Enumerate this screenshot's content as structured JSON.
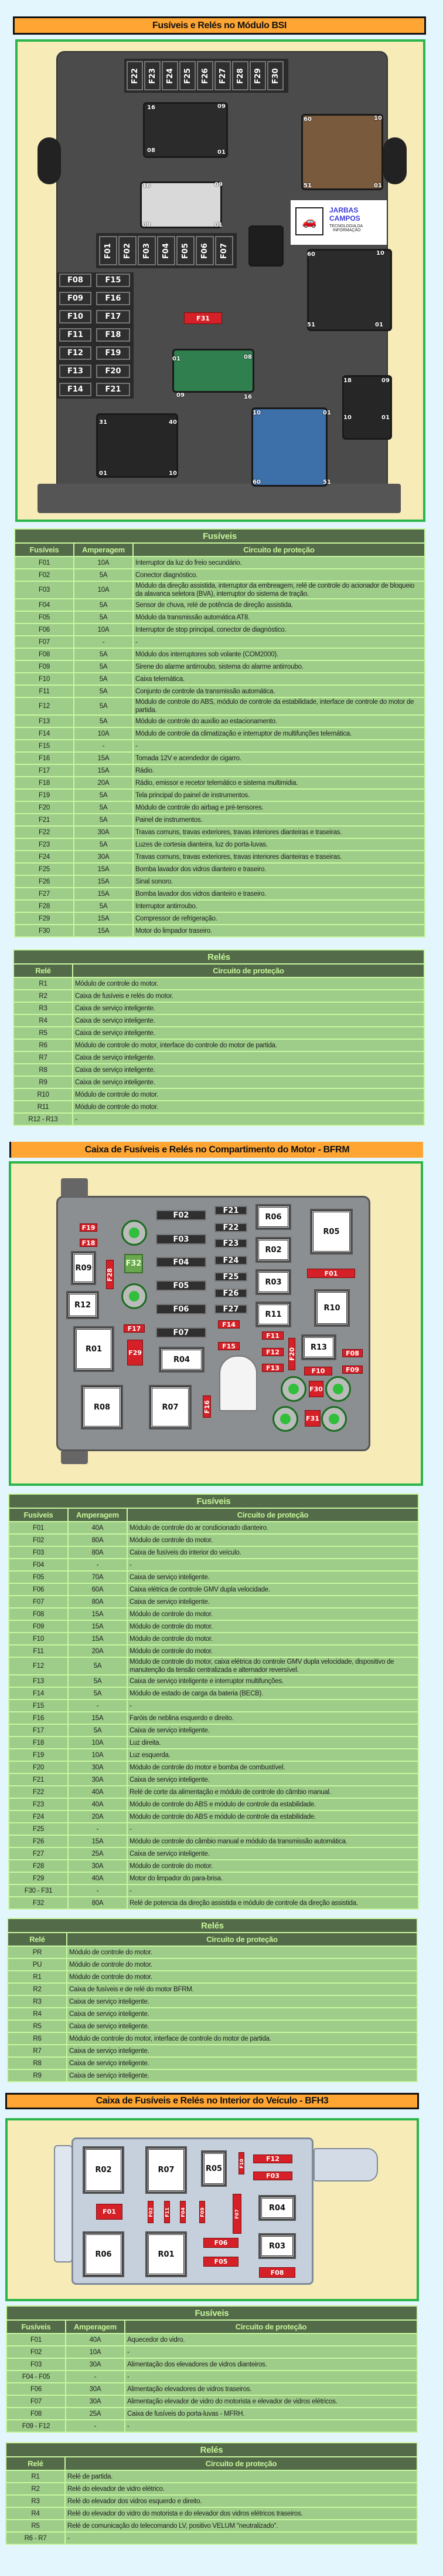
{
  "colors": {
    "page_bg": "#E3F6FD",
    "title_bg": "#FFA533",
    "frame": "#2BB54B",
    "frame_bg": "#F7EBB8",
    "table_head": "#536B48",
    "table_head_text": "#C6F59A",
    "table_row": "#9DCD88",
    "fuse_red": "#D42026"
  },
  "bsi": {
    "title": "Fusíveis e Relés no Módulo BSI",
    "diagram": {
      "labels": [
        "F22",
        "F23",
        "F24",
        "F25",
        "F26",
        "F27",
        "F28",
        "F29",
        "F30",
        "F01",
        "F02",
        "F03",
        "F04",
        "F05",
        "F06",
        "F07",
        "F08",
        "F09",
        "F10",
        "F11",
        "F12",
        "F13",
        "F14",
        "F15",
        "F16",
        "F17",
        "F18",
        "F19",
        "F20",
        "F21",
        "F31"
      ],
      "pins": [
        "16",
        "09",
        "08",
        "01",
        "60",
        "10",
        "51",
        "01",
        "16",
        "09",
        "08",
        "01",
        "60",
        "10",
        "51",
        "01",
        "01",
        "08",
        "09",
        "16",
        "31",
        "40",
        "01",
        "10",
        "10",
        "01",
        "60",
        "51",
        "18",
        "09",
        "10",
        "01"
      ],
      "logo": {
        "name": "JARBAS CAMPOS",
        "line1": "TECNOLOGIA DA",
        "line2": "INFORMAÇÃO"
      }
    },
    "fuses": {
      "caption": "Fusíveis",
      "headers": [
        "Fusíveis",
        "Amperagem",
        "Circuito de proteção"
      ],
      "rows": [
        [
          "F01",
          "10A",
          "Interruptor da luz do freio secundário."
        ],
        [
          "F02",
          "5A",
          "Conector diagnóstico."
        ],
        [
          "F03",
          "10A",
          "Módulo da direção assistida, interruptor da embreagem, relé de controle do acionador de bloqueio da alavanca seletora (BVA), interruptor do sistema de tração."
        ],
        [
          "F04",
          "5A",
          "Sensor de chuva, relé de potência de direção assistida."
        ],
        [
          "F05",
          "5A",
          "Módulo da transmissão automática AT8."
        ],
        [
          "F06",
          "10A",
          "Interruptor de stop principal, conector de diagnóstico."
        ],
        [
          "F07",
          "-",
          "-"
        ],
        [
          "F08",
          "5A",
          "Módulo dos interruptores sob volante (COM2000)."
        ],
        [
          "F09",
          "5A",
          "Sirene do alarme antirroubo, sistema do alarme antirroubo."
        ],
        [
          "F10",
          "5A",
          "Caixa telemática."
        ],
        [
          "F11",
          "5A",
          "Conjunto de controle da transmissão automática."
        ],
        [
          "F12",
          "5A",
          "Módulo de controle do ABS, módulo de controle da estabilidade, interface de controle do motor de partida."
        ],
        [
          "F13",
          "5A",
          "Módulo de controle do auxílio ao estacionamento."
        ],
        [
          "F14",
          "10A",
          "Módulo de controle da climatização e interruptor de multifunções telemática."
        ],
        [
          "F15",
          "-",
          "-"
        ],
        [
          "F16",
          "15A",
          "Tomada 12V e acendedor de cigarro."
        ],
        [
          "F17",
          "15A",
          "Rádio."
        ],
        [
          "F18",
          "20A",
          "Rádio, emissor e recetor telemático e sistema multimidia."
        ],
        [
          "F19",
          "5A",
          "Tela principal do painel de instrumentos."
        ],
        [
          "F20",
          "5A",
          "Módulo de controle do airbag e pré-tensores."
        ],
        [
          "F21",
          "5A",
          "Painel de instrumentos."
        ],
        [
          "F22",
          "30A",
          "Travas comuns, travas exteriores, travas interiores dianteiras e traseiras."
        ],
        [
          "F23",
          "5A",
          "Luzes de cortesia dianteira, luz do porta-luvas."
        ],
        [
          "F24",
          "30A",
          "Travas comuns, travas exteriores, travas interiores dianteiras e traseiras."
        ],
        [
          "F25",
          "15A",
          "Bomba lavador dos vidros dianteiro e traseiro."
        ],
        [
          "F26",
          "15A",
          "Sinal sonoro."
        ],
        [
          "F27",
          "15A",
          "Bomba lavador dos vidros dianteiro e traseiro."
        ],
        [
          "F28",
          "5A",
          "Interruptor antirroubo."
        ],
        [
          "F29",
          "15A",
          "Compressor de refrigeração."
        ],
        [
          "F30",
          "15A",
          "Motor do limpador traseiro."
        ]
      ]
    },
    "relays": {
      "caption": "Relés",
      "headers": [
        "Relé",
        "Circuito de proteção"
      ],
      "rows": [
        [
          "R1",
          "Módulo de controle do motor."
        ],
        [
          "R2",
          "Caixa de fusíveis e relés do motor."
        ],
        [
          "R3",
          "Caixa de serviço inteligente."
        ],
        [
          "R4",
          "Caixa de serviço inteligente."
        ],
        [
          "R5",
          "Caixa de serviço inteligente."
        ],
        [
          "R6",
          "Módulo de controle do motor, interface do controle do motor de partida."
        ],
        [
          "R7",
          "Caixa de serviço inteligente."
        ],
        [
          "R8",
          "Caixa de serviço inteligente."
        ],
        [
          "R9",
          "Caixa de serviço inteligente."
        ],
        [
          "R10",
          "Módulo de controle do motor."
        ],
        [
          "R11",
          "Módulo de controle do motor."
        ],
        [
          "R12 - R13",
          "-"
        ]
      ]
    }
  },
  "bfrm": {
    "title": "Caixa de Fusíveis e Relés no Compartimento do Motor - BFRM",
    "diagram": {
      "labels": [
        "F19",
        "F18",
        "R09",
        "F28",
        "F32",
        "F02",
        "F03",
        "F04",
        "F05",
        "F06",
        "F07",
        "F21",
        "F22",
        "F23",
        "F24",
        "F25",
        "F26",
        "F27",
        "R06",
        "R02",
        "R03",
        "R11",
        "R05",
        "F01",
        "R10",
        "R12",
        "F17",
        "F29",
        "R01",
        "R04",
        "F14",
        "F15",
        "F11",
        "F12",
        "F13",
        "F20",
        "R13",
        "F08",
        "F09",
        "F10",
        "R08",
        "R07",
        "F16",
        "F30",
        "F31"
      ]
    },
    "fuses": {
      "caption": "Fusíveis",
      "headers": [
        "Fusíveis",
        "Amperagem",
        "Circuito de proteção"
      ],
      "rows": [
        [
          "F01",
          "40A",
          "Módulo de controle do ar condicionado dianteiro."
        ],
        [
          "F02",
          "80A",
          "Módulo de controle do motor."
        ],
        [
          "F03",
          "80A",
          "Caixa de fusíveis do interior do veículo."
        ],
        [
          "F04",
          "-",
          "-"
        ],
        [
          "F05",
          "70A",
          "Caixa de serviço inteligente."
        ],
        [
          "F06",
          "60A",
          "Caixa elétrica de controle GMV dupla velocidade."
        ],
        [
          "F07",
          "80A",
          "Caixa de serviço inteligente."
        ],
        [
          "F08",
          "15A",
          "Módulo de controle do motor."
        ],
        [
          "F09",
          "15A",
          "Módulo de controle do motor."
        ],
        [
          "F10",
          "15A",
          "Módulo de controle do motor."
        ],
        [
          "F11",
          "20A",
          "Módulo de controle do motor."
        ],
        [
          "F12",
          "5A",
          "Módulo de controle do motor, caixa elétrica do controle GMV dupla velocidade, dispositivo de manutenção da tensão centralizada e alternador reversível."
        ],
        [
          "F13",
          "5A",
          "Caixa de serviço inteligente e interruptor multifunções."
        ],
        [
          "F14",
          "5A",
          "Módulo de estado de carga da bateria (BECB)."
        ],
        [
          "F15",
          "-",
          "-"
        ],
        [
          "F16",
          "15A",
          "Faróis de neblina esquerdo e direito."
        ],
        [
          "F17",
          "5A",
          "Caixa de serviço inteligente."
        ],
        [
          "F18",
          "10A",
          "Luz direita."
        ],
        [
          "F19",
          "10A",
          "Luz esquerda."
        ],
        [
          "F20",
          "30A",
          "Módulo de controle do motor e bomba de combustível."
        ],
        [
          "F21",
          "30A",
          "Caixa de serviço inteligente."
        ],
        [
          "F22",
          "40A",
          "Relé de corte da alimentação e módulo de controle do câmbio manual."
        ],
        [
          "F23",
          "40A",
          "Módulo de controle do ABS e módulo de controle da estabilidade."
        ],
        [
          "F24",
          "20A",
          "Módulo de controle do ABS e módulo de controle da estabilidade."
        ],
        [
          "F25",
          "-",
          "-"
        ],
        [
          "F26",
          "15A",
          "Módulo de controle do câmbio manual e módulo da transmissão automática."
        ],
        [
          "F27",
          "25A",
          "Caixa de serviço inteligente."
        ],
        [
          "F28",
          "30A",
          "Módulo de controle do motor."
        ],
        [
          "F29",
          "40A",
          "Motor do limpador do para-brisa."
        ],
        [
          "F30 - F31",
          "-",
          "-"
        ],
        [
          "F32",
          "80A",
          "Relé de potencia da direção assistida e módulo de controle da direção assistida."
        ]
      ]
    },
    "relays": {
      "caption": "Relés",
      "headers": [
        "Relé",
        "Circuito de proteção"
      ],
      "rows": [
        [
          "PR",
          "Módulo de controle do motor."
        ],
        [
          "PU",
          "Módulo de controle do motor."
        ],
        [
          "R1",
          "Módulo de controle do motor."
        ],
        [
          "R2",
          "Caixa de fusíveis e de relé do motor BFRM."
        ],
        [
          "R3",
          "Caixa de serviço inteligente."
        ],
        [
          "R4",
          "Caixa de serviço inteligente."
        ],
        [
          "R5",
          "Caixa de serviço inteligente."
        ],
        [
          "R6",
          "Módulo de controle do motor, interface de controle do motor de partida."
        ],
        [
          "R7",
          "Caixa de serviço inteligente."
        ],
        [
          "R8",
          "Caixa de serviço inteligente."
        ],
        [
          "R9",
          "Caixa de serviço inteligente."
        ]
      ]
    }
  },
  "bfh3": {
    "title": "Caixa de Fusíveis e Relés no Interior do Veículo - BFH3",
    "diagram": {
      "labels": [
        "R02",
        "R07",
        "R05",
        "F10",
        "F12",
        "F03",
        "F01",
        "F02",
        "F11",
        "F04",
        "F09",
        "F07",
        "R04",
        "R03",
        "R06",
        "R01",
        "F06",
        "F05",
        "F08"
      ]
    },
    "fuses": {
      "caption": "Fusíveis",
      "headers": [
        "Fusíveis",
        "Amperagem",
        "Circuito de proteção"
      ],
      "rows": [
        [
          "F01",
          "40A",
          "Aquecedor do vidro."
        ],
        [
          "F02",
          "10A",
          "-"
        ],
        [
          "F03",
          "30A",
          "Alimentação dos elevadores de vidros dianteiros."
        ],
        [
          "F04 - F05",
          "-",
          "-"
        ],
        [
          "F06",
          "30A",
          "Alimentação elevadores de vidros traseiros."
        ],
        [
          "F07",
          "30A",
          "Alimentação elevador de vidro do motorista e elevador de vidros elétricos."
        ],
        [
          "F08",
          "25A",
          "Caixa de fusíveis do porta-luvas - MFRH."
        ],
        [
          "F09 - F12",
          "-",
          "-"
        ]
      ]
    },
    "relays": {
      "caption": "Relés",
      "headers": [
        "Relé",
        "Circuito de proteção"
      ],
      "rows": [
        [
          "R1",
          "Relé de partida."
        ],
        [
          "R2",
          "Relé do elevador de vidro elétrico."
        ],
        [
          "R3",
          "Relé do elevador dos vidros esquerdo e direito."
        ],
        [
          "R4",
          "Relé do elevador do vidro do motorista e do elevador dos vidros elétricos traseiros."
        ],
        [
          "R5",
          "Relé de comunicação do telecomando LV, positivo VELUM \"neutralizado\"."
        ],
        [
          "R6 - R7",
          "-"
        ]
      ]
    }
  }
}
